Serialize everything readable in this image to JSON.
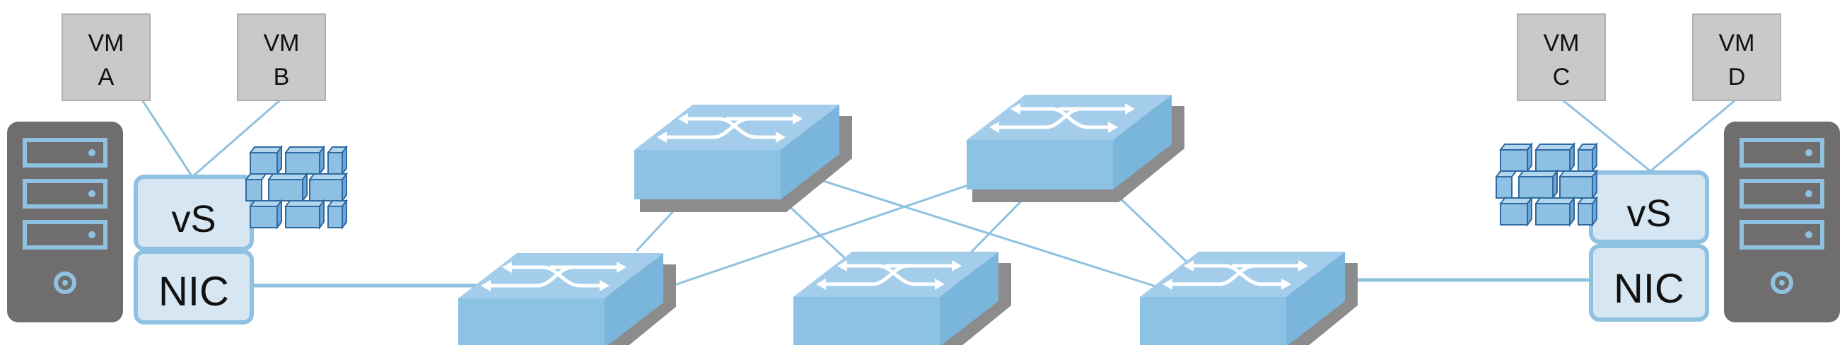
{
  "vms": [
    {
      "line1": "VM",
      "line2": "A"
    },
    {
      "line1": "VM",
      "line2": "B"
    },
    {
      "line1": "VM",
      "line2": "C"
    },
    {
      "line1": "VM",
      "line2": "D"
    }
  ],
  "left_host": {
    "vswitch_label": "vS",
    "nic_label": "NIC"
  },
  "right_host": {
    "vswitch_label": "vS",
    "nic_label": "NIC"
  },
  "colors": {
    "vm_fill": "#c9c9c9",
    "box_fill": "#d6e6f2",
    "box_stroke": "#8fc1e0",
    "switch_top": "#a3cdea",
    "switch_front": "#8cc2e3",
    "switch_side": "#7ab5dc",
    "shadow": "#8c8c8c",
    "server": "#6f6d6d",
    "link": "#8fc1e0",
    "brick": "#8ec0e4",
    "brick_stroke": "#2f6aa3"
  },
  "icons": [
    "server-icon",
    "firewall-icon",
    "switch-icon"
  ]
}
